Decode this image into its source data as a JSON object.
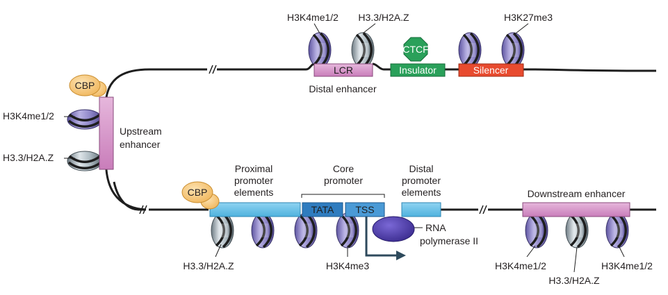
{
  "title": "",
  "top_strand": {
    "histone_labels": {
      "lcr_h3k4": "H3K4me1/2",
      "lcr_h33": "H3.3/H2A.Z",
      "silencer_h3k27": "H3K27me3"
    },
    "elements": {
      "lcr": "LCR",
      "ctcf": "CTCF",
      "insulator": "Insulator",
      "silencer": "Silencer",
      "distal_enhancer": "Distal enhancer"
    }
  },
  "upstream": {
    "cbp": "CBP",
    "h3k4": "H3K4me1/2",
    "h33": "H3.3/H2A.Z",
    "label_line1": "Upstream",
    "label_line2": "enhancer"
  },
  "bottom_strand": {
    "cbp": "CBP",
    "proximal_l1": "Proximal",
    "proximal_l2": "promoter",
    "proximal_l3": "elements",
    "core_l1": "Core",
    "core_l2": "promoter",
    "tata": "TATA",
    "tss": "TSS",
    "distal_l1": "Distal",
    "distal_l2": "promoter",
    "distal_l3": "elements",
    "rna_l1": "RNA",
    "rna_l2": "polymerase II",
    "downstream": "Downstream enhancer",
    "h33_left": "H3.3/H2A.Z",
    "h3k4me3": "H3K4me3",
    "h3k4_ds_left": "H3K4me1/2",
    "h33_ds": "H3.3/H2A.Z",
    "h3k4_ds_right": "H3K4me1/2"
  },
  "colors": {
    "purple_nucleosome": "#8f86c4",
    "grey_nucleosome": "#a9b6bd",
    "pink_element": "#d79bcc",
    "green_insulator": "#2aa05a",
    "red_silencer": "#e84b2f",
    "blue_promoter": "#6cc3e8",
    "dark_blue_box": "#2f7cbf",
    "cbp_orange": "#f5c77e",
    "polII_purple": "#4b3aa7"
  }
}
